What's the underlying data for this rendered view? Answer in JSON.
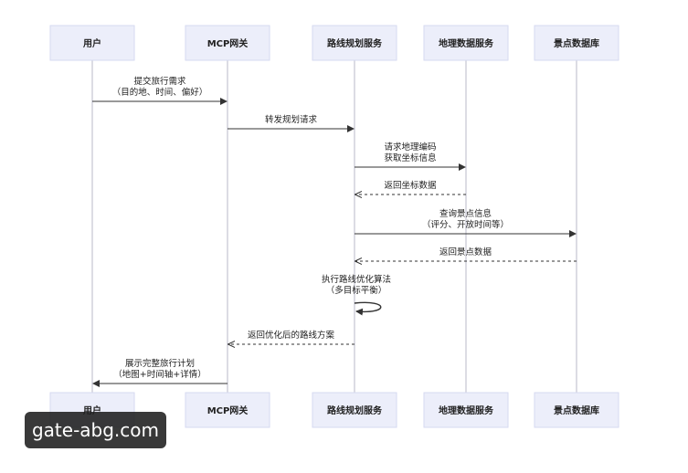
{
  "colors": {
    "actor_fill": "#eceefa",
    "actor_border": "#d6daf0",
    "lifeline": "#b9b9c9",
    "arrow": "#333333",
    "watermark_bg": "#1e1e1e"
  },
  "actors": [
    {
      "id": "user",
      "label": "用户"
    },
    {
      "id": "mcp",
      "label": "MCP网关"
    },
    {
      "id": "planner",
      "label": "路线规划服务"
    },
    {
      "id": "geo",
      "label": "地理数据服务"
    },
    {
      "id": "poi",
      "label": "景点数据库"
    }
  ],
  "messages": [
    {
      "from": "user",
      "to": "mcp",
      "style": "solid",
      "lines": [
        "提交旅行需求",
        "（目的地、时间、偏好）"
      ]
    },
    {
      "from": "mcp",
      "to": "planner",
      "style": "solid",
      "lines": [
        "转发规划请求"
      ]
    },
    {
      "from": "planner",
      "to": "geo",
      "style": "solid",
      "lines": [
        "请求地理编码",
        "获取坐标信息"
      ]
    },
    {
      "from": "geo",
      "to": "planner",
      "style": "dashed",
      "lines": [
        "返回坐标数据"
      ]
    },
    {
      "from": "planner",
      "to": "poi",
      "style": "solid",
      "lines": [
        "查询景点信息",
        "（评分、开放时间等）"
      ]
    },
    {
      "from": "poi",
      "to": "planner",
      "style": "dashed",
      "lines": [
        "返回景点数据"
      ]
    },
    {
      "from": "planner",
      "to": "planner",
      "style": "self",
      "lines": [
        "执行路线优化算法",
        "（多目标平衡）"
      ]
    },
    {
      "from": "planner",
      "to": "mcp",
      "style": "dashed",
      "lines": [
        "返回优化后的路线方案"
      ]
    },
    {
      "from": "mcp",
      "to": "user",
      "style": "solid",
      "lines": [
        "展示完整旅行计划",
        "（地图+时间轴+详情）"
      ]
    }
  ],
  "watermark": "gate-abg.com"
}
